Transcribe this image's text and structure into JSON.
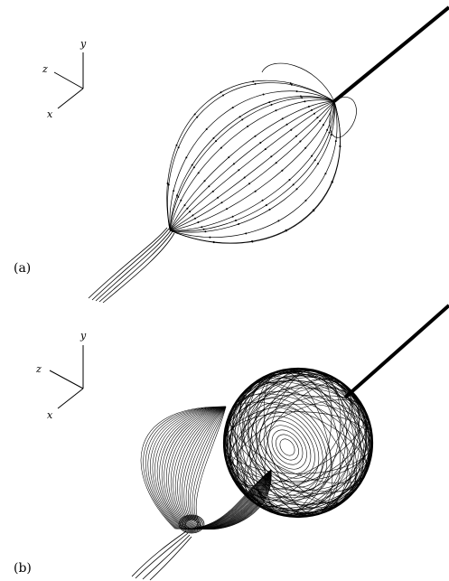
{
  "figure": {
    "panels": [
      {
        "label": "(a)",
        "axes": {
          "x": "x",
          "y": "y",
          "z": "z"
        },
        "depiction": "open-wireframe",
        "streamlines": 18
      },
      {
        "label": "(b)",
        "axes": {
          "x": "x",
          "y": "y",
          "z": "z"
        },
        "depiction": "dense-wireframe-with-sphere",
        "streamlines": 60
      }
    ],
    "colors": {
      "line": "#000000",
      "background": "#ffffff"
    }
  }
}
